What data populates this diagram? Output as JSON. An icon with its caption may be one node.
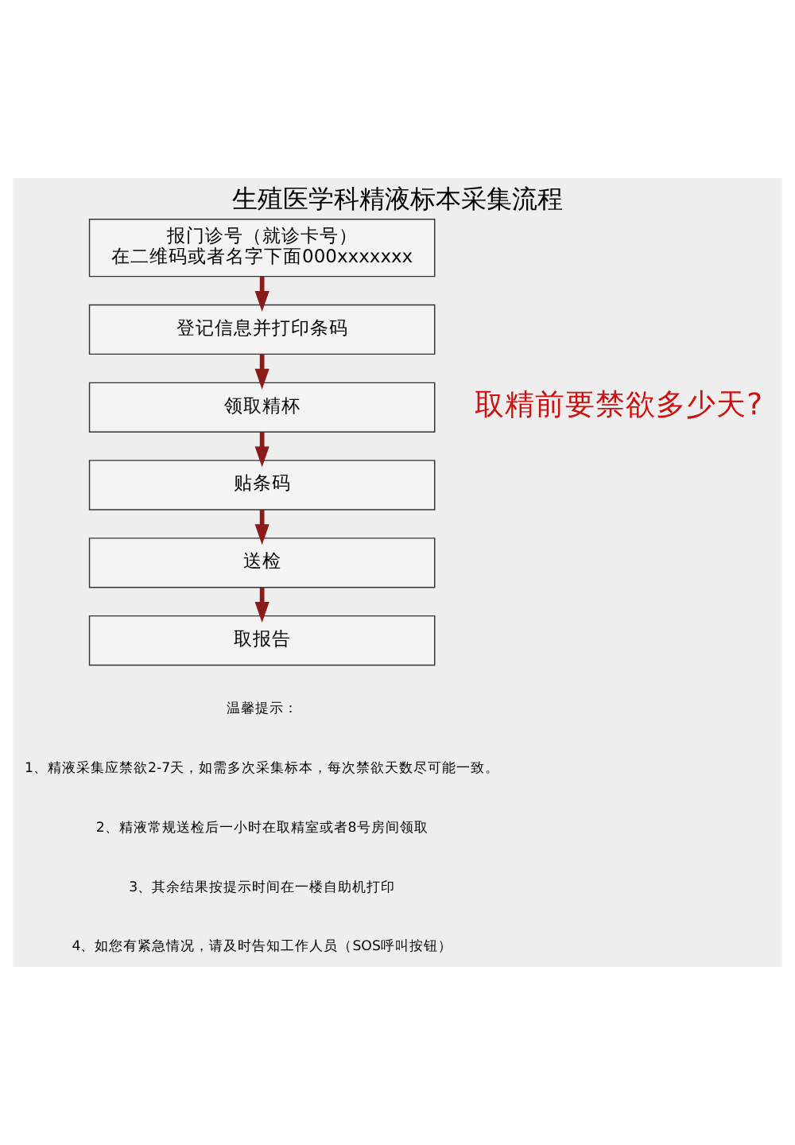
{
  "diagram": {
    "title": "生殖医学科精液标本采集流程",
    "nodes": [
      {
        "text": [
          "报门诊号（就诊卡号）",
          "在二维码或者名字下面000xxxxxxx"
        ]
      },
      {
        "text": [
          "登记信息并打印条码"
        ]
      },
      {
        "text": [
          "领取精杯"
        ]
      },
      {
        "text": [
          "贴条码"
        ]
      },
      {
        "text": [
          "送检"
        ]
      },
      {
        "text": [
          "取报告"
        ]
      }
    ],
    "edges": [
      {
        "from": 0,
        "to": 1,
        "arrow": "to"
      },
      {
        "from": 1,
        "to": 2,
        "arrow": "to"
      },
      {
        "from": 2,
        "to": 3,
        "arrow": "to"
      },
      {
        "from": 3,
        "to": 4,
        "arrow": "to"
      },
      {
        "from": 4,
        "to": 5,
        "arrow": "to"
      }
    ],
    "labels": [
      "取精前要禁欲多少天?",
      "温馨提示：",
      "1、精液采集应禁欲2-7天，如需多次采集标本，每次禁欲天数尽可能一致。",
      "2、精液常规送检后一小时在取精室或者8号房间领取",
      "3、其余结果按提示时间在一楼自助机打印",
      "4、如您有紧急情况，请及时告知工作人员（SOS呼叫按钮）"
    ]
  }
}
